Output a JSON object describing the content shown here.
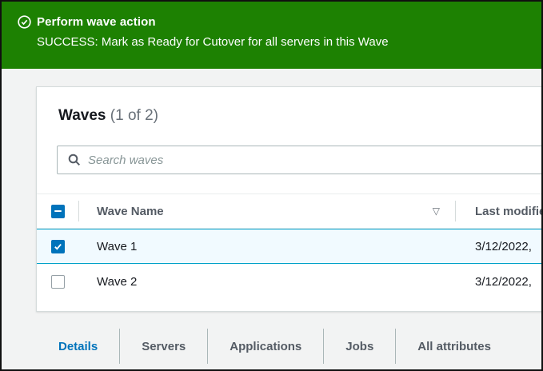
{
  "banner": {
    "title": "Perform wave action",
    "message": "SUCCESS: Mark as Ready for Cutover for all servers in this Wave"
  },
  "panel": {
    "title": "Waves",
    "counter": "(1 of 2)",
    "search_placeholder": "Search waves",
    "search_value": ""
  },
  "table": {
    "select_all_state": "indeterminate",
    "columns": {
      "name": "Wave Name",
      "last_modified": "Last modified"
    },
    "sort_glyph": "▽",
    "rows": [
      {
        "name": "Wave 1",
        "last_modified": "3/12/2022,",
        "selected": true
      },
      {
        "name": "Wave 2",
        "last_modified": "3/12/2022,",
        "selected": false
      }
    ]
  },
  "tabs": [
    {
      "label": "Details",
      "active": true
    },
    {
      "label": "Servers",
      "active": false
    },
    {
      "label": "Applications",
      "active": false
    },
    {
      "label": "Jobs",
      "active": false
    },
    {
      "label": "All attributes",
      "active": false
    }
  ],
  "icons": {
    "banner_status": "check-circle",
    "search": "magnifier",
    "sort": "triangle-down-outline",
    "select_all": "minus-indeterminate",
    "row_selected": "checkmark"
  },
  "colors": {
    "success_green": "#1d8102",
    "accent_blue": "#0073bb",
    "selected_row_bg": "#f1faff",
    "selected_row_border": "#00a1c9",
    "page_bg": "#f2f3f3",
    "tab_inactive": "#545b64"
  }
}
